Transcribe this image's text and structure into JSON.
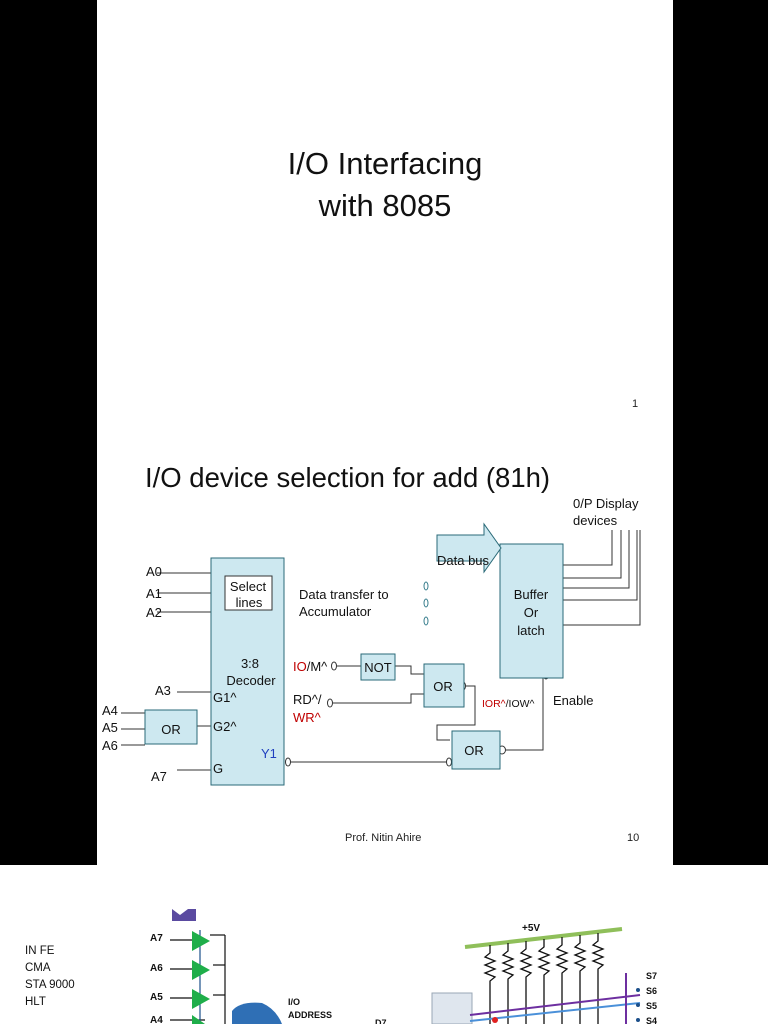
{
  "slide1": {
    "title_line1": "I/O Interfacing",
    "title_line2": "with 8085",
    "page": "1"
  },
  "slide2": {
    "title": "I/O device selection for add (81h)",
    "display_line1": "0/P Display",
    "display_line2": "devices",
    "select_line1": "Select",
    "select_line2": "lines",
    "data_transfer_line1": "Data transfer to",
    "data_transfer_line2": "Accumulator",
    "data_bus": "Data bus",
    "buffer_line1": "Buffer",
    "buffer_line2": "Or",
    "buffer_line3": "latch",
    "decoder_line1": "3:8",
    "decoder_line2": "Decoder",
    "g1": "G1^",
    "g2": "G2^",
    "g": "G",
    "y1": "Y1",
    "a0": "A0",
    "a1": "A1",
    "a2": "A2",
    "a3": "A3",
    "a4": "A4",
    "a5": "A5",
    "a6": "A6",
    "a7": "A7",
    "or_label": "OR",
    "not_label": "NOT",
    "io_red": "IO",
    "io_m": "/M^",
    "rd": "RD^/",
    "wr": "WR^",
    "ior_red": "IOR^",
    "iow": "/IOW^",
    "enable": "Enable",
    "footer_name": "Prof. Nitin Ahire",
    "footer_page": "10",
    "colors": {
      "red": "#c00000",
      "blue": "#1f3fbf",
      "box_fill": "#cde8f0",
      "box_stroke": "#2a6a78"
    }
  },
  "slide3": {
    "code": [
      "IN FE",
      "CMA",
      "STA 9000",
      "HLT"
    ],
    "supply": "+5V",
    "io_address_line1": "I/O",
    "io_address_line2": "ADDRESS",
    "d7": "D7",
    "address_lines": [
      "A7",
      "A6",
      "A5",
      "A4"
    ],
    "switches": [
      "S7",
      "S6",
      "S5",
      "S4"
    ]
  }
}
